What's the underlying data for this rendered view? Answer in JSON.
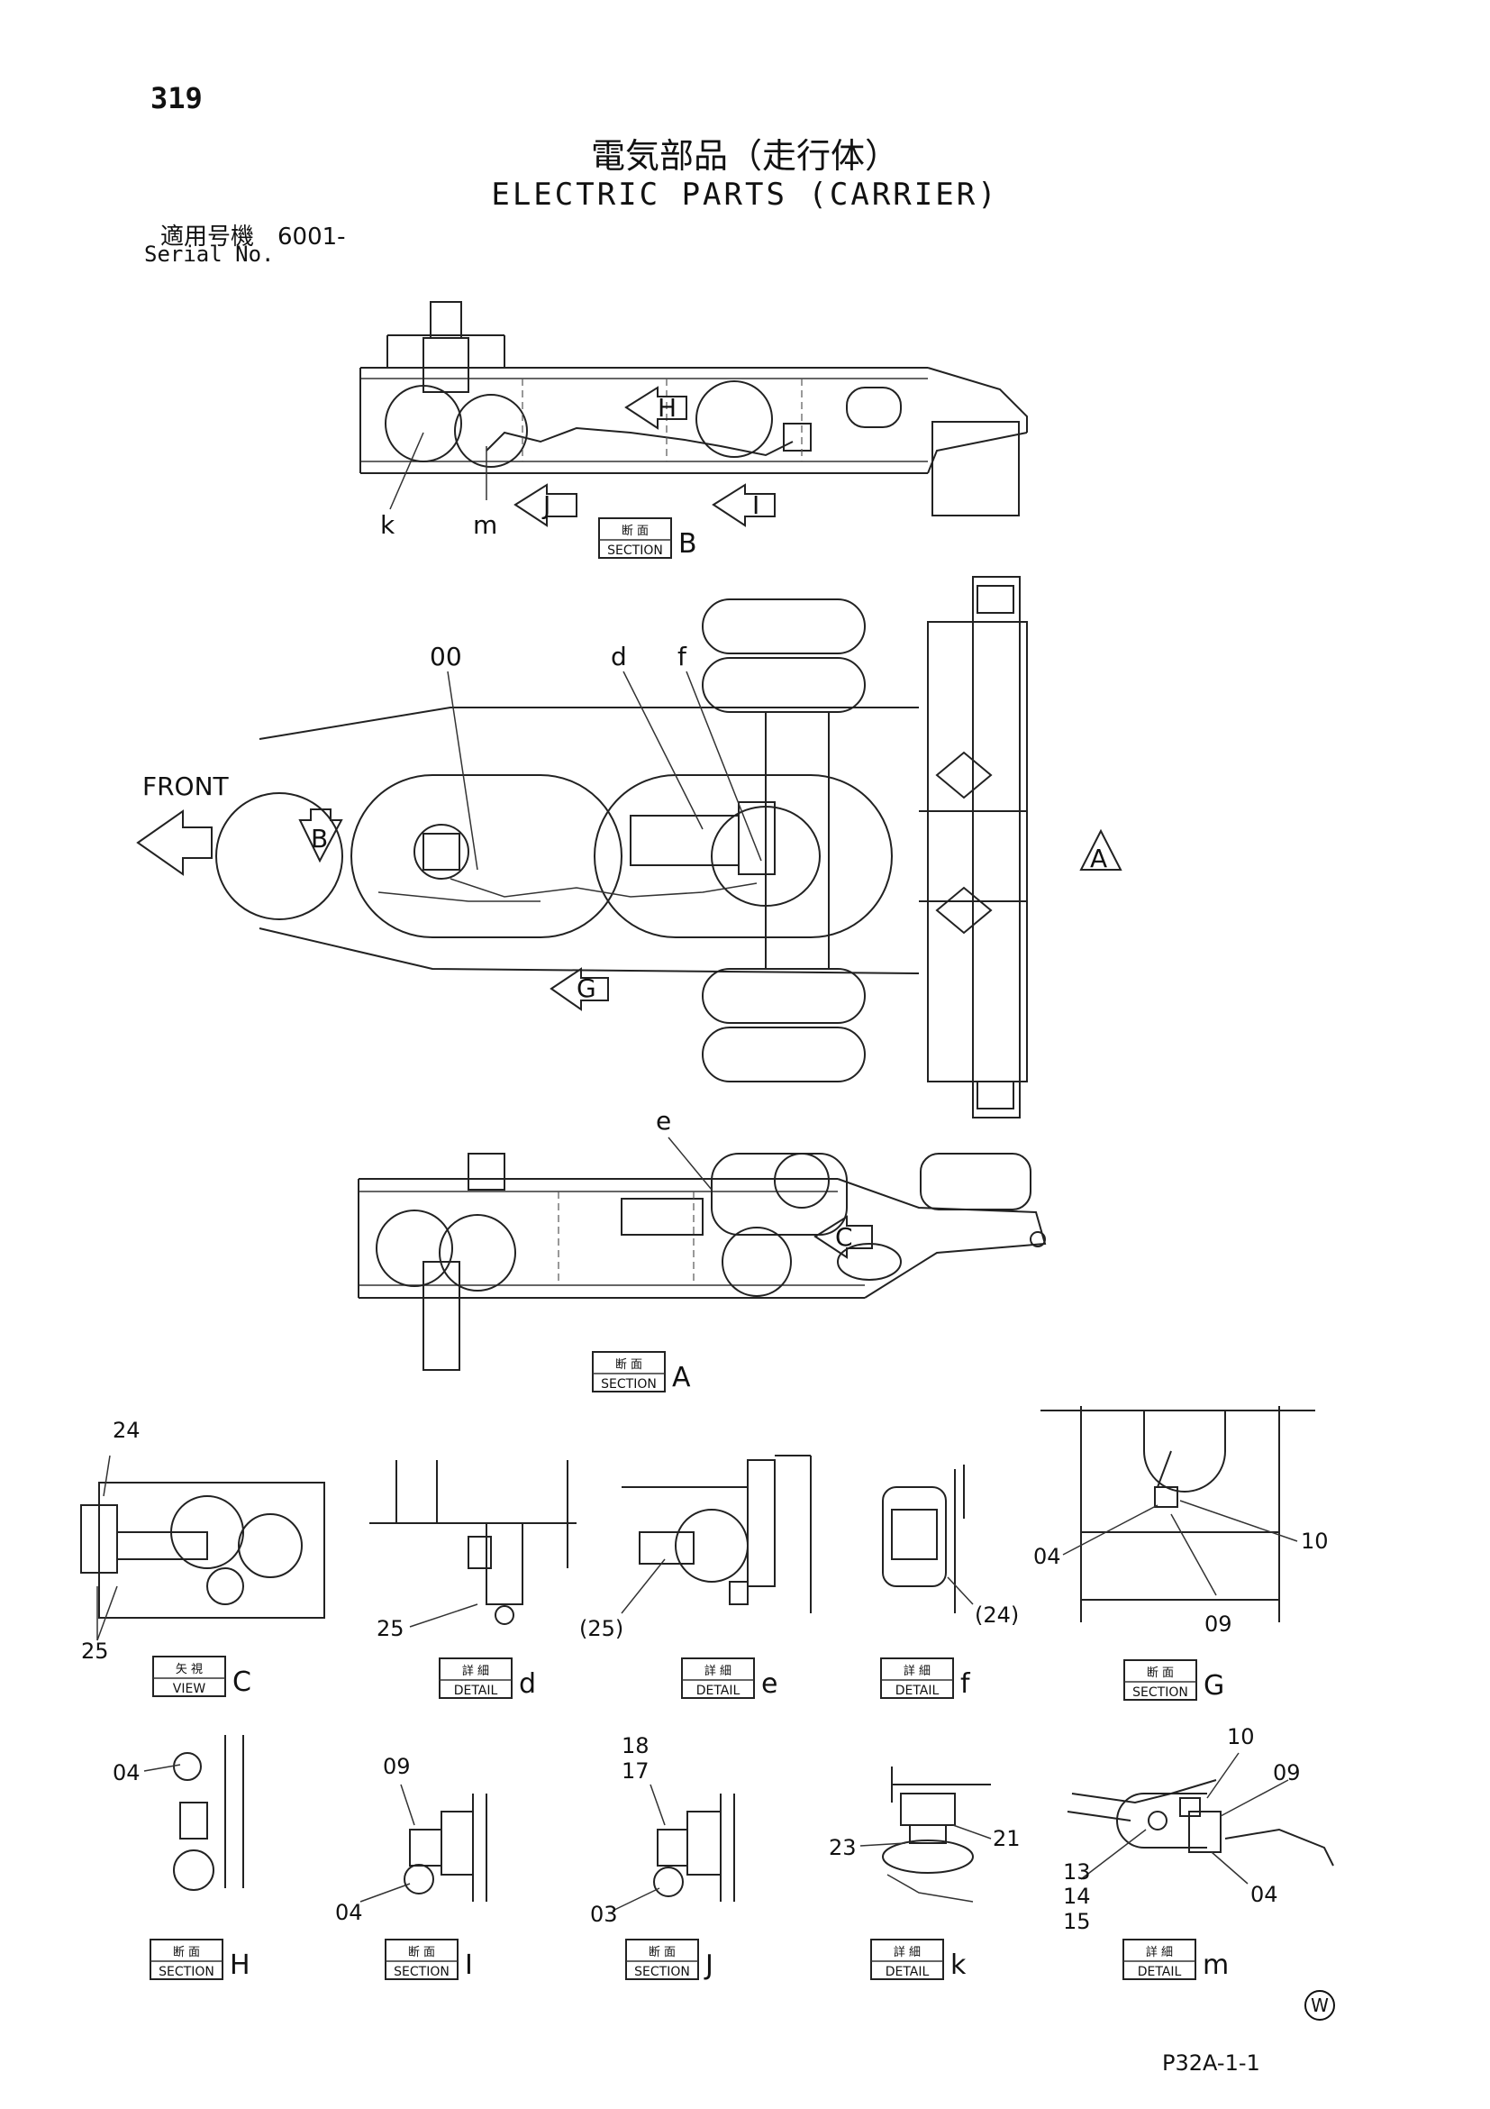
{
  "page_number": "319",
  "title_jp": "電気部品（走行体）",
  "title_en": "ELECTRIC PARTS (CARRIER)",
  "serial_jp": "適用号機　6001-",
  "serial_en": "Serial No.",
  "page_code": "P32A-1-1",
  "watermark": "W",
  "front_label": "FRONT",
  "view_arrows": {
    "a": "A",
    "b": "B",
    "c": "C",
    "g": "G",
    "h": "H",
    "i": "I",
    "j": "J"
  },
  "callouts": {
    "top_k": "k",
    "top_m": "m",
    "plan_00": "00",
    "plan_d": "d",
    "plan_f": "f",
    "side_e": "e",
    "c_24": "24",
    "c_25": "25",
    "d_25": "25",
    "e_25": "(25)",
    "f_24": "(24)",
    "g_04": "04",
    "g_10": "10",
    "g_09": "09",
    "h_04": "04",
    "i_09": "09",
    "i_04": "04",
    "j_18": "18",
    "j_17": "17",
    "j_03": "03",
    "k_21": "21",
    "k_23": "23",
    "m_10": "10",
    "m_09": "09",
    "m_13": "13",
    "m_14": "14",
    "m_15": "15",
    "m_04": "04"
  },
  "section_tags": [
    {
      "id": "secB",
      "jp": "断 面",
      "en": "SECTION",
      "letter": "B"
    },
    {
      "id": "secA",
      "jp": "断 面",
      "en": "SECTION",
      "letter": "A"
    },
    {
      "id": "viewC",
      "jp": "矢 視",
      "en": "VIEW",
      "letter": "C"
    },
    {
      "id": "detd",
      "jp": "詳 細",
      "en": "DETAIL",
      "letter": "d"
    },
    {
      "id": "dete",
      "jp": "詳 細",
      "en": "DETAIL",
      "letter": "e"
    },
    {
      "id": "detf",
      "jp": "詳 細",
      "en": "DETAIL",
      "letter": "f"
    },
    {
      "id": "secG",
      "jp": "断 面",
      "en": "SECTION",
      "letter": "G"
    },
    {
      "id": "secH",
      "jp": "断 面",
      "en": "SECTION",
      "letter": "H"
    },
    {
      "id": "secI",
      "jp": "断 面",
      "en": "SECTION",
      "letter": "I"
    },
    {
      "id": "secJ",
      "jp": "断 面",
      "en": "SECTION",
      "letter": "J"
    },
    {
      "id": "detk",
      "jp": "詳 細",
      "en": "DETAIL",
      "letter": "k"
    },
    {
      "id": "detm",
      "jp": "詳 細",
      "en": "DETAIL",
      "letter": "m"
    }
  ]
}
